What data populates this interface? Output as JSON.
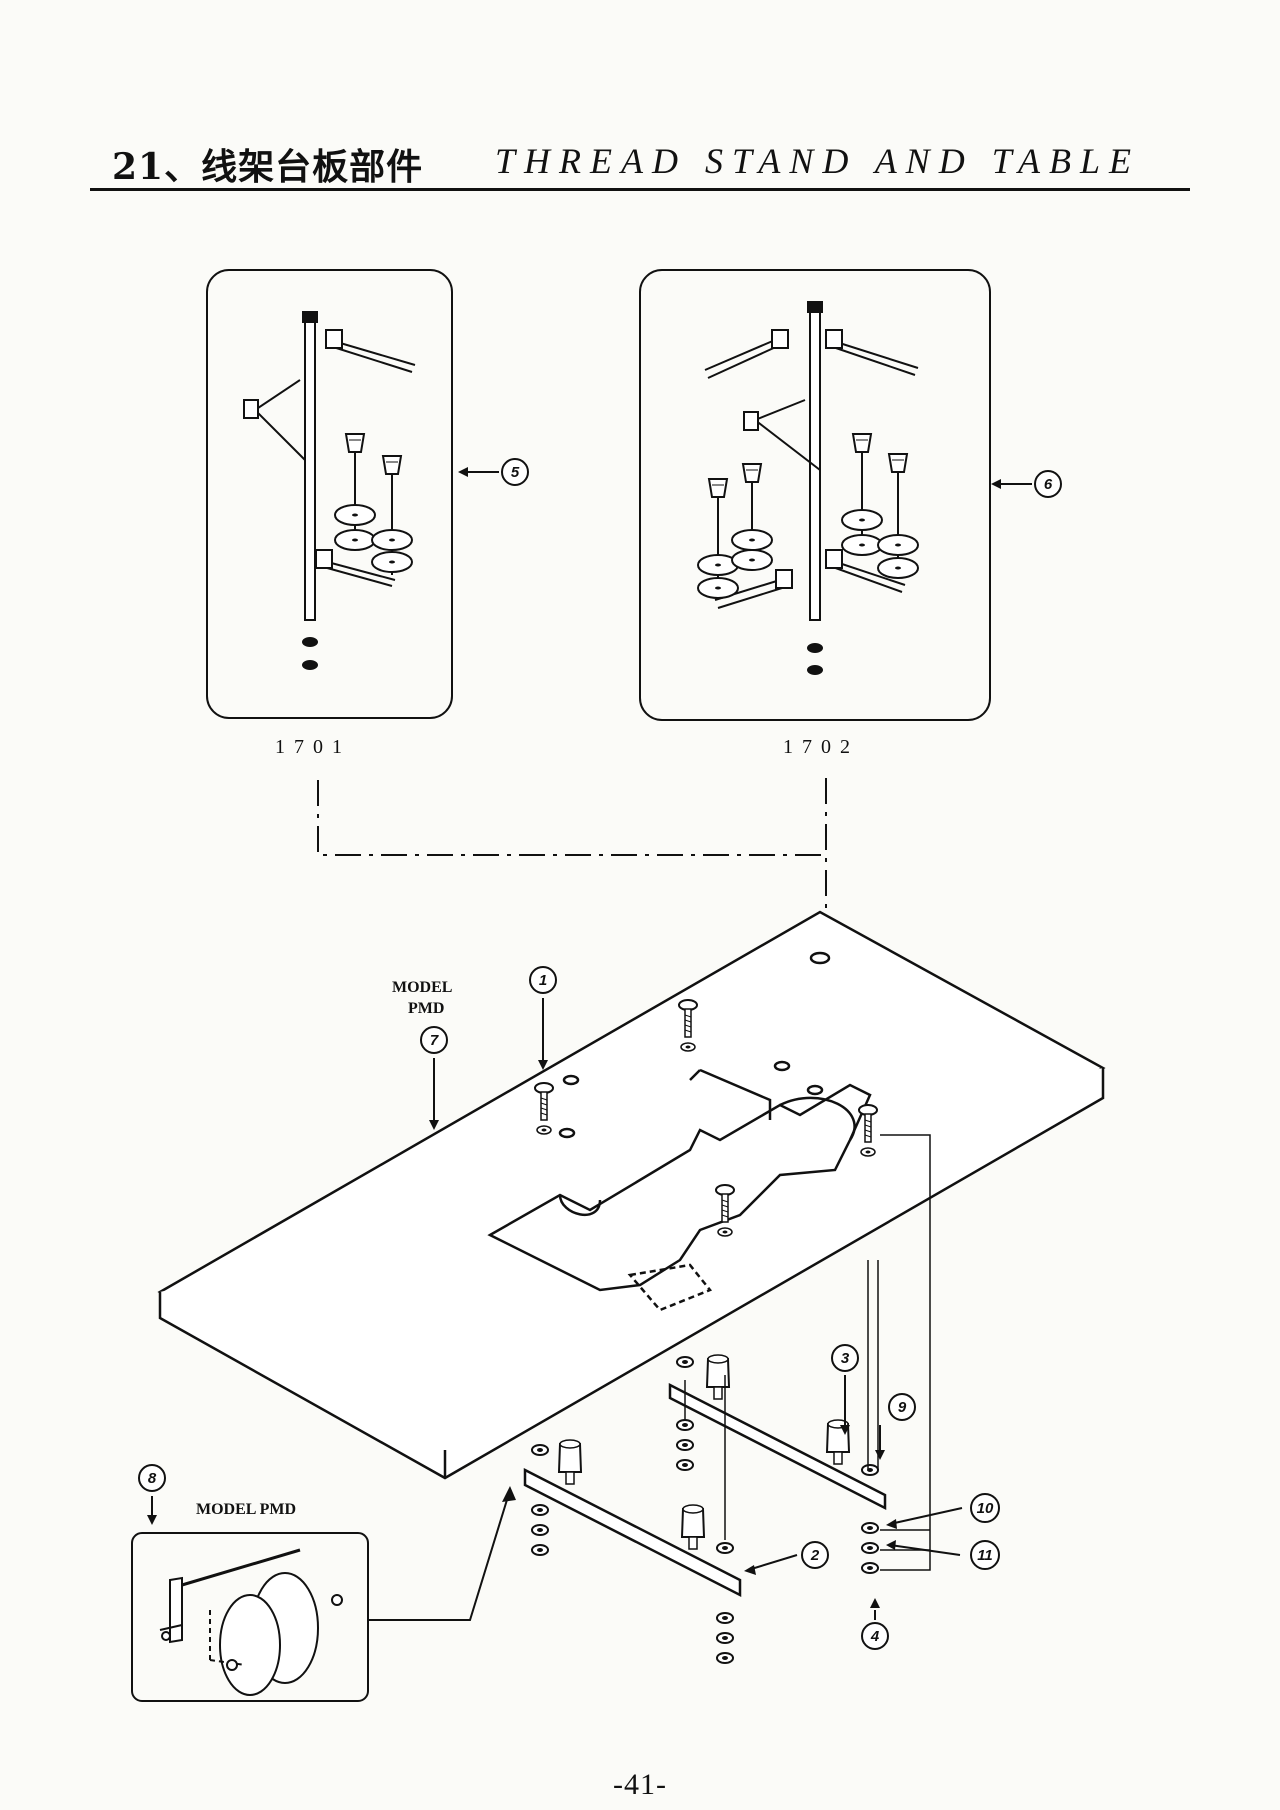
{
  "header": {
    "title_cn": "21、线架台板部件",
    "title_en": "THREAD STAND AND TABLE"
  },
  "variants": {
    "left_label": "1701",
    "right_label": "1702"
  },
  "model_labels": {
    "table_model_line1": "MODEL",
    "table_model_line2": "PMD",
    "inset_model": "MODEL PMD"
  },
  "callouts": [
    "1",
    "2",
    "3",
    "4",
    "5",
    "6",
    "7",
    "8",
    "9",
    "10",
    "11"
  ],
  "page_number": "-41-"
}
